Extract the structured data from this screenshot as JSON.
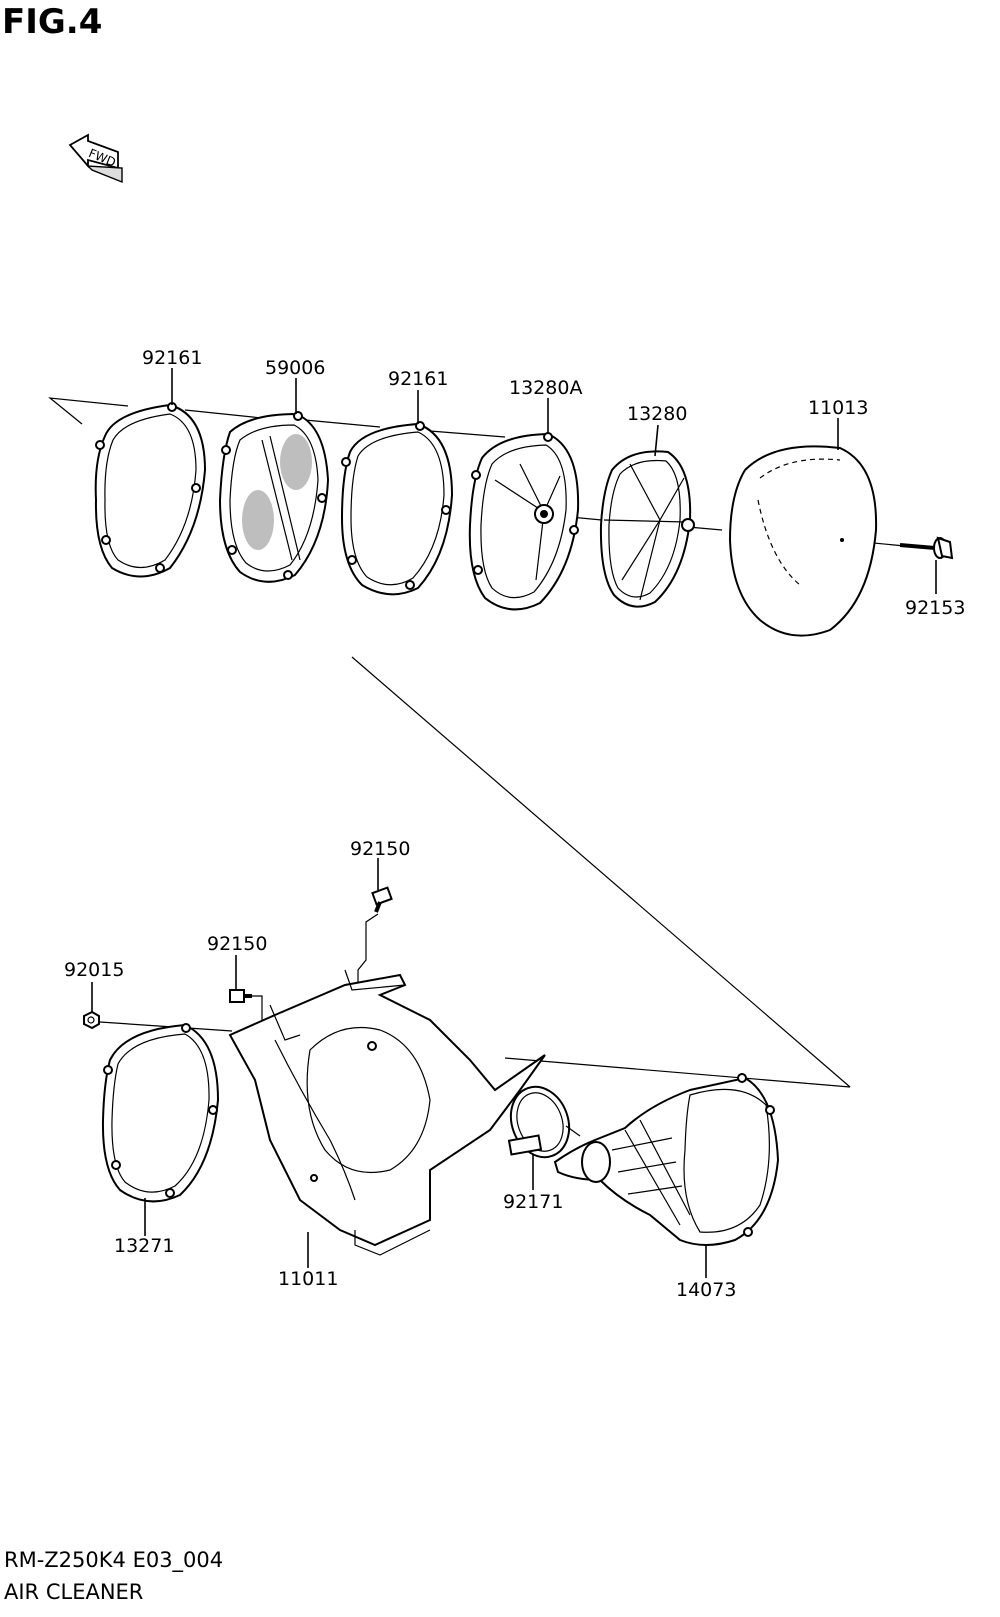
{
  "figure": {
    "title": "FIG.4",
    "model_code": "RM-Z250K4 E03_004",
    "section_name": "AIR CLEANER",
    "direction_arrow_label": "FWD"
  },
  "parts": {
    "gasket_92161_a": "92161",
    "element_59006": "59006",
    "gasket_92161_b": "92161",
    "cage_13280A": "13280A",
    "cage_13280": "13280",
    "element_11013": "11013",
    "wing_bolt_92153": "92153",
    "bolt_92150_top": "92150",
    "bolt_92150_left": "92150",
    "nut_92015": "92015",
    "gasket_13271": "13271",
    "case_11011": "11011",
    "clamp_92171": "92171",
    "duct_14073": "14073"
  },
  "icons": [
    "fwd-arrow-icon"
  ]
}
